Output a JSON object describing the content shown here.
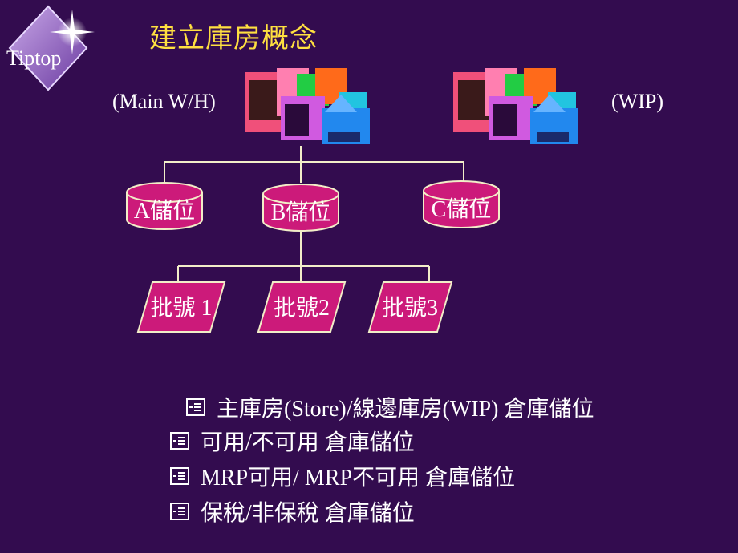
{
  "logo": {
    "text": "Tiptop"
  },
  "title": "建立庫房概念",
  "warehouses": {
    "main_label": "(Main W/H)",
    "wip_label": "(WIP)"
  },
  "locations": [
    "A儲位",
    "B儲位",
    "C儲位"
  ],
  "lots": [
    "批號 1",
    "批號2",
    "批號3"
  ],
  "bullets": [
    "主庫房(Store)/線邊庫房(WIP)  倉庫儲位",
    "可用/不可用  倉庫儲位",
    "MRP可用/ MRP不可用  倉庫儲位",
    "保稅/非保稅  倉庫儲位"
  ],
  "colors": {
    "background": "#330c4f",
    "title": "#ffe040",
    "node_fill": "#cc1a7a",
    "connector": "#f2eec8"
  }
}
